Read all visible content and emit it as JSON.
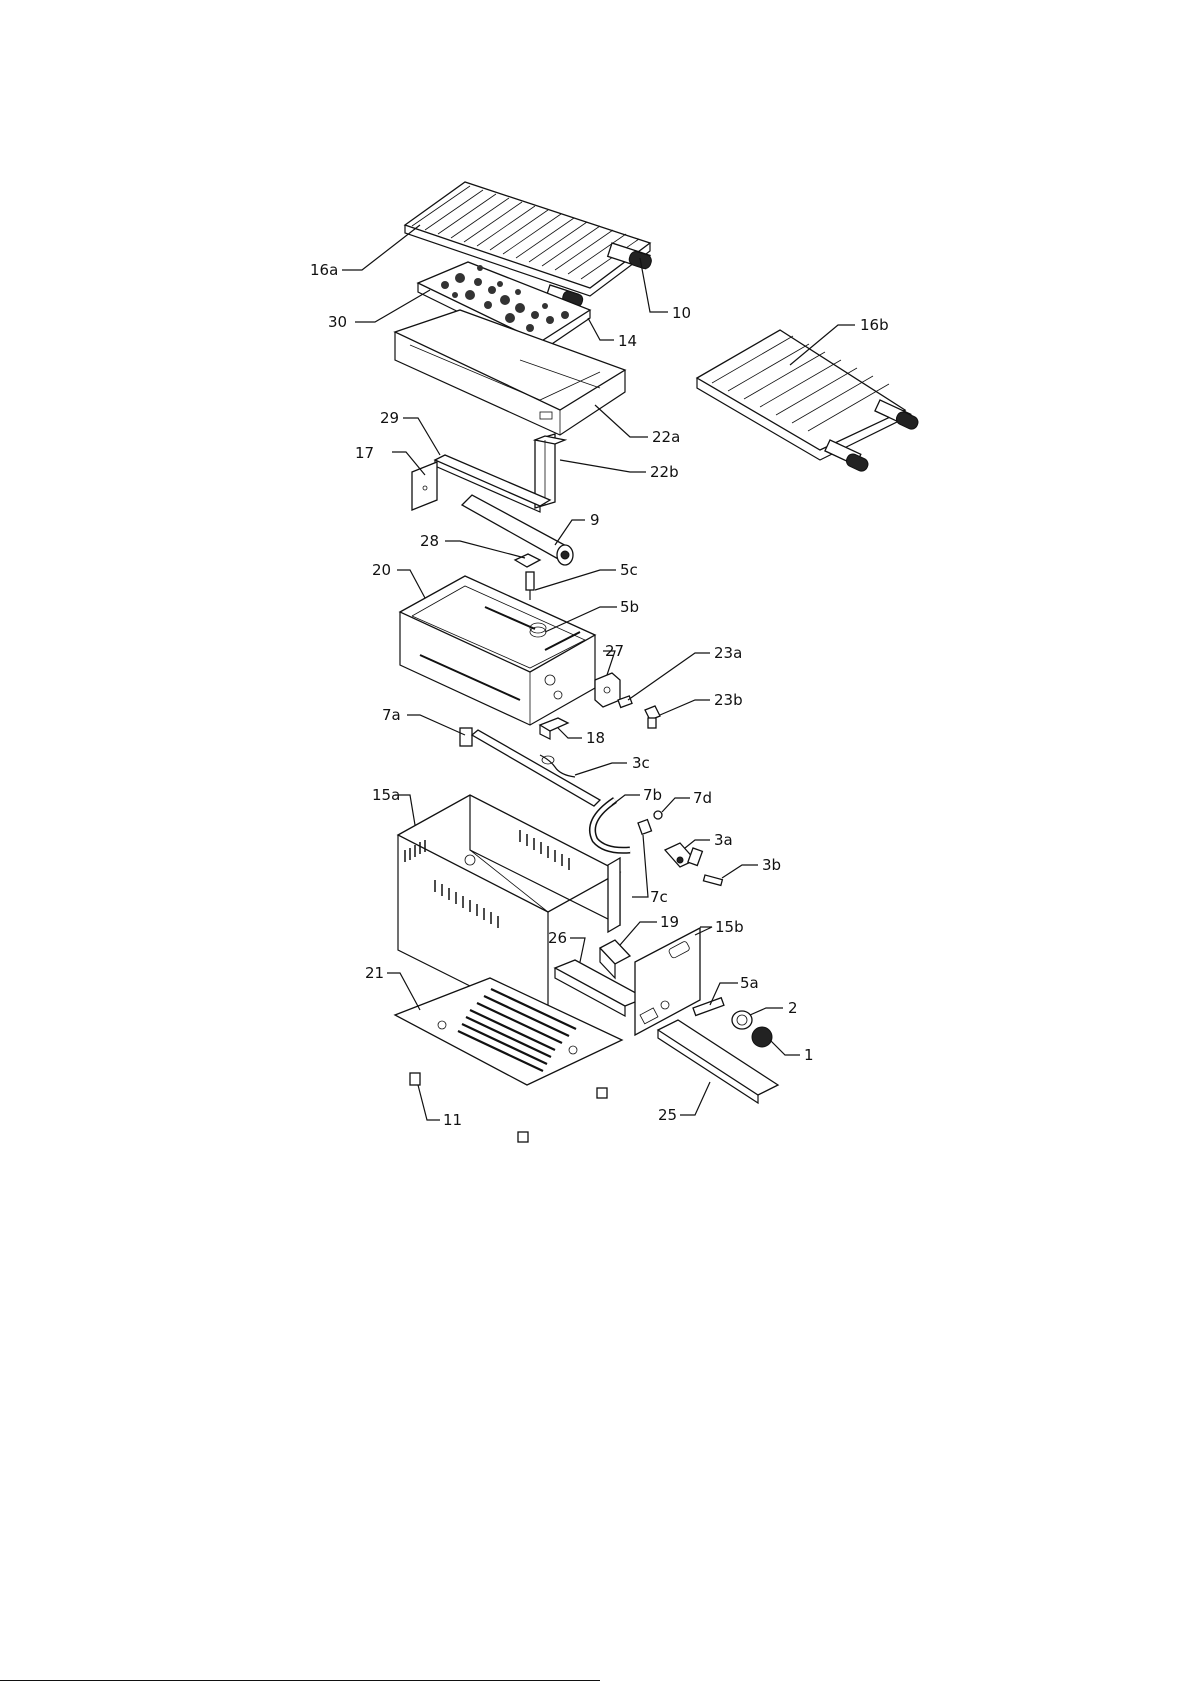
{
  "labels": {
    "l16a": "16a",
    "l10": "10",
    "l30": "30",
    "l14": "14",
    "l16b": "16b",
    "l22a": "22a",
    "l29": "29",
    "l17": "17",
    "l22b": "22b",
    "l9": "9",
    "l28": "28",
    "l5c": "5c",
    "l20": "20",
    "l5b": "5b",
    "l27": "27",
    "l23a": "23a",
    "l23b": "23b",
    "l7a": "7a",
    "l18": "18",
    "l3c": "3c",
    "l15a": "15a",
    "l7b": "7b",
    "l7d": "7d",
    "l3a": "3a",
    "l3b": "3b",
    "l7c": "7c",
    "l19": "19",
    "l15b": "15b",
    "l26": "26",
    "l21": "21",
    "l5a": "5a",
    "l2": "2",
    "l1": "1",
    "l25": "25",
    "l11": "11"
  }
}
